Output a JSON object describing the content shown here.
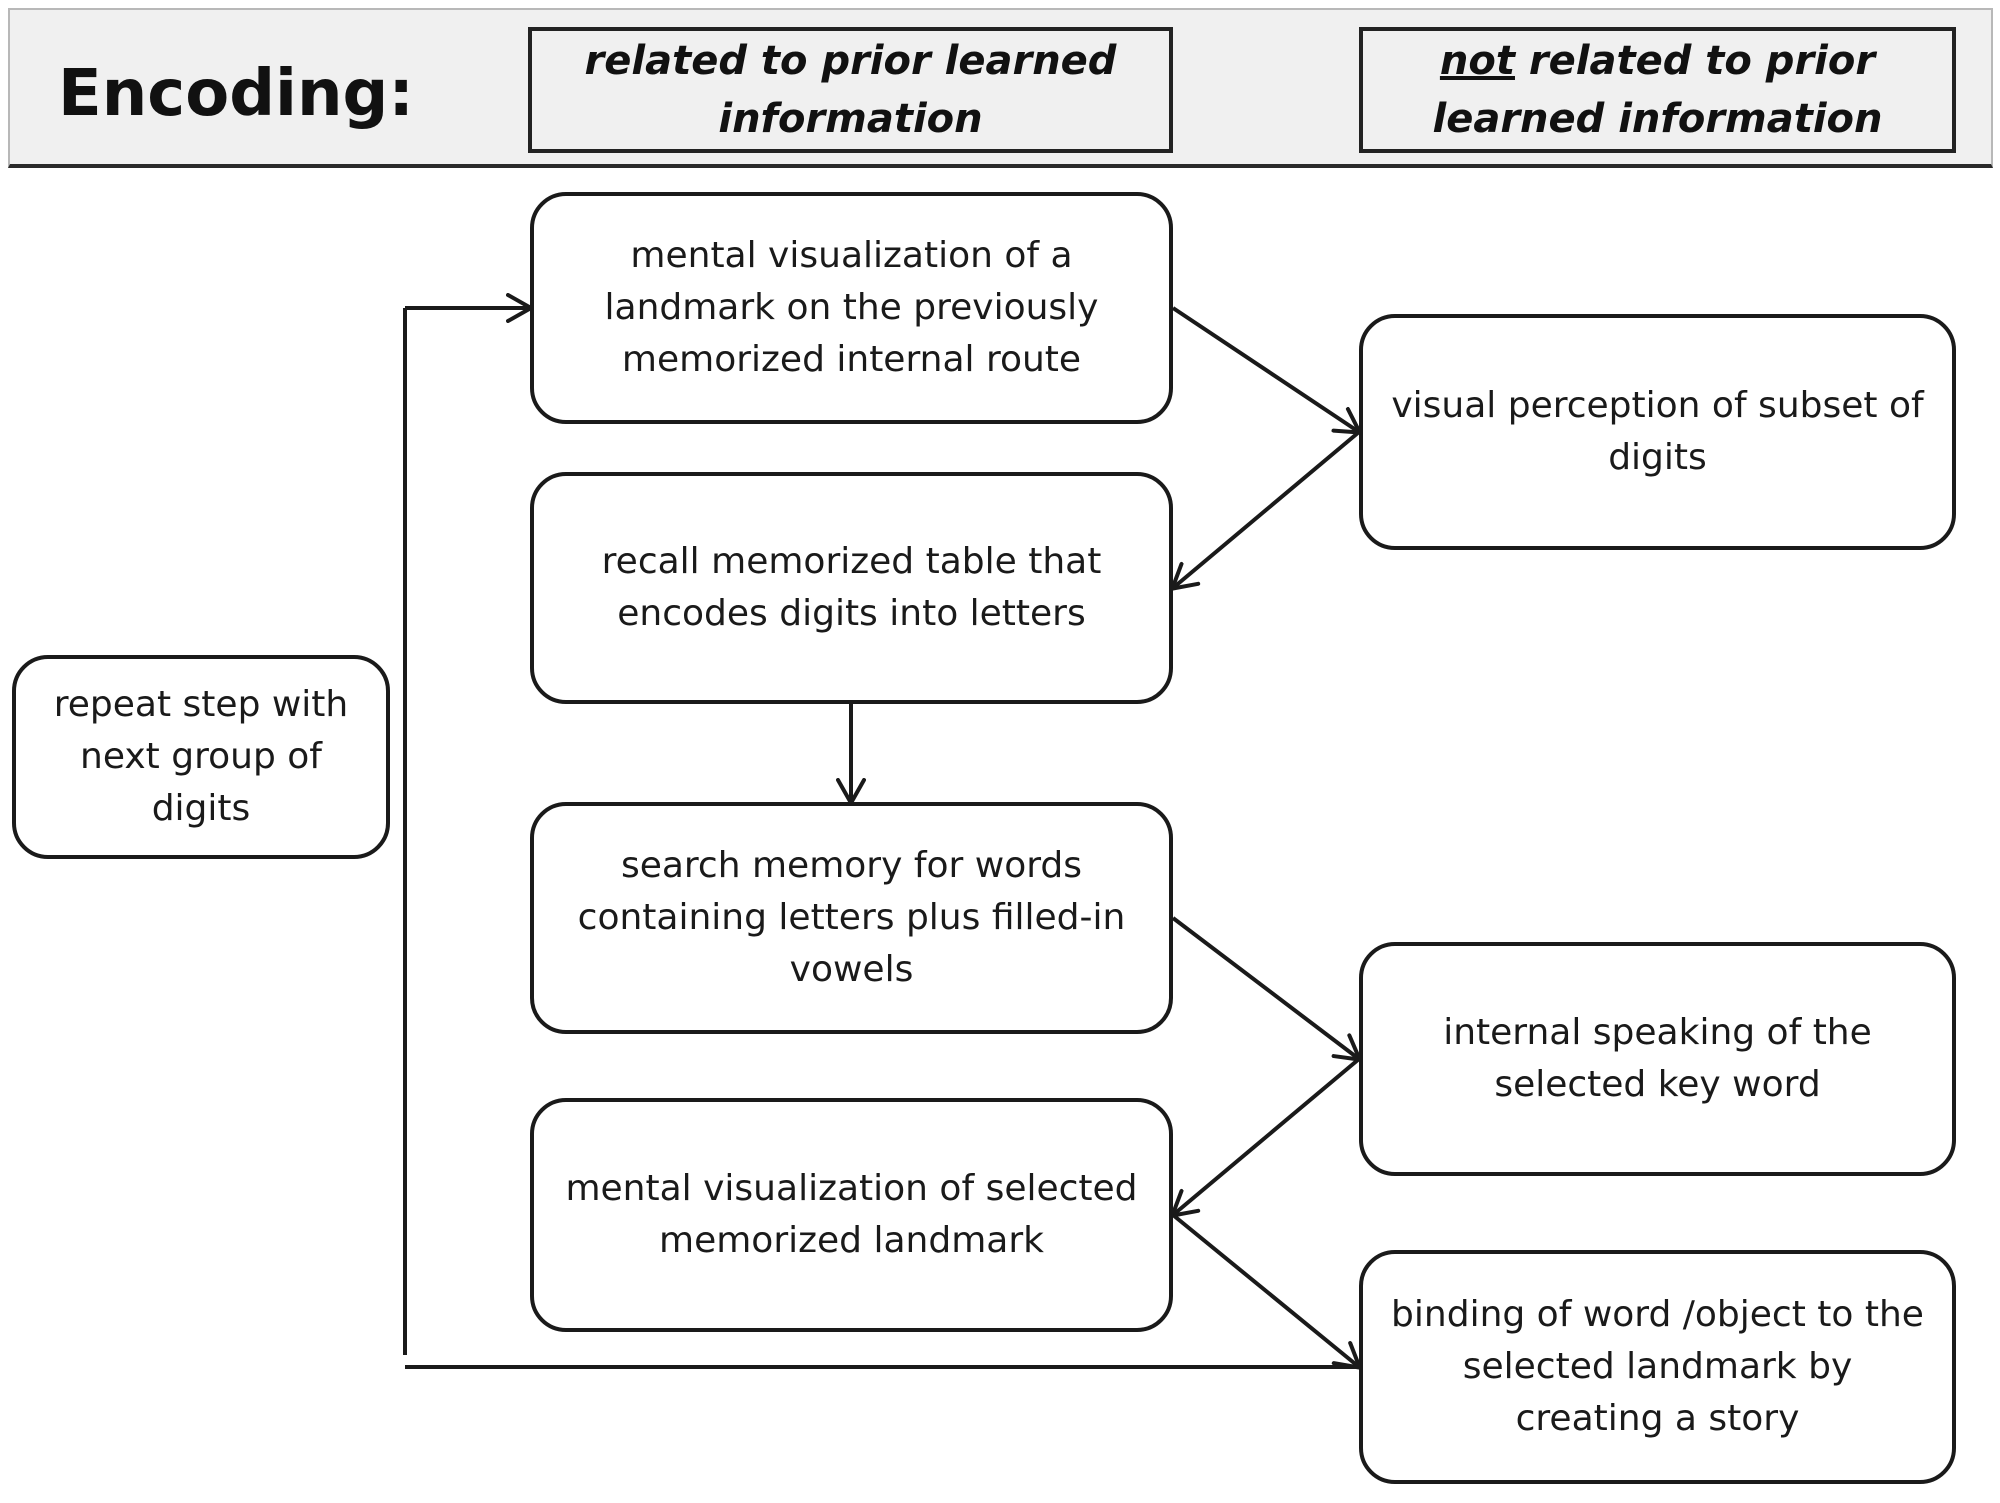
{
  "header": {
    "title": "Encoding:",
    "column_related": "related to prior learned information",
    "column_not_prefix": "not",
    "column_not_rest": " related to prior learned information"
  },
  "nodes": {
    "landmark": "mental visualization of a landmark on the previously memorized internal route",
    "visual_perception": "visual perception of subset of digits",
    "recall_table": "recall memorized  table that encodes digits into letters",
    "search_memory": "search memory for words containing letters plus filled-in vowels",
    "internal_speaking": "internal speaking of the selected key word",
    "selected_landmark": "mental visualization of  selected memorized landmark",
    "binding": "binding of word /object to the selected landmark by creating a story",
    "repeat": "repeat step with next group of digits"
  },
  "colors": {
    "header_background": "#f0f0f0",
    "stroke": "#1a1a1a",
    "node_fill": "#ffffff"
  }
}
